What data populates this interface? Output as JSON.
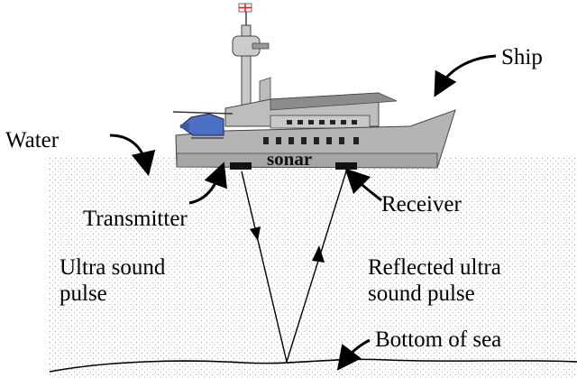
{
  "labels": {
    "ship": "Ship",
    "water": "Water",
    "sonar": "sonar",
    "transmitter": "Transmitter",
    "receiver": "Receiver",
    "pulse_line1": "Ultra sound",
    "pulse_line2": "pulse",
    "reflected_line1": "Reflected ultra",
    "reflected_line2": "sound pulse",
    "bottom": "Bottom of sea"
  },
  "colors": {
    "hull": "#b4b4b4",
    "hull_dark": "#8c8c8c",
    "mast": "#c8c8c8",
    "water_dots": "#8a8a8a",
    "helicopter": "#4a6fc4",
    "flag": "#d42020",
    "ink": "#000000"
  },
  "icons": {
    "ship": "ship-icon",
    "helicopter": "helicopter-icon",
    "flag": "flag-icon"
  }
}
